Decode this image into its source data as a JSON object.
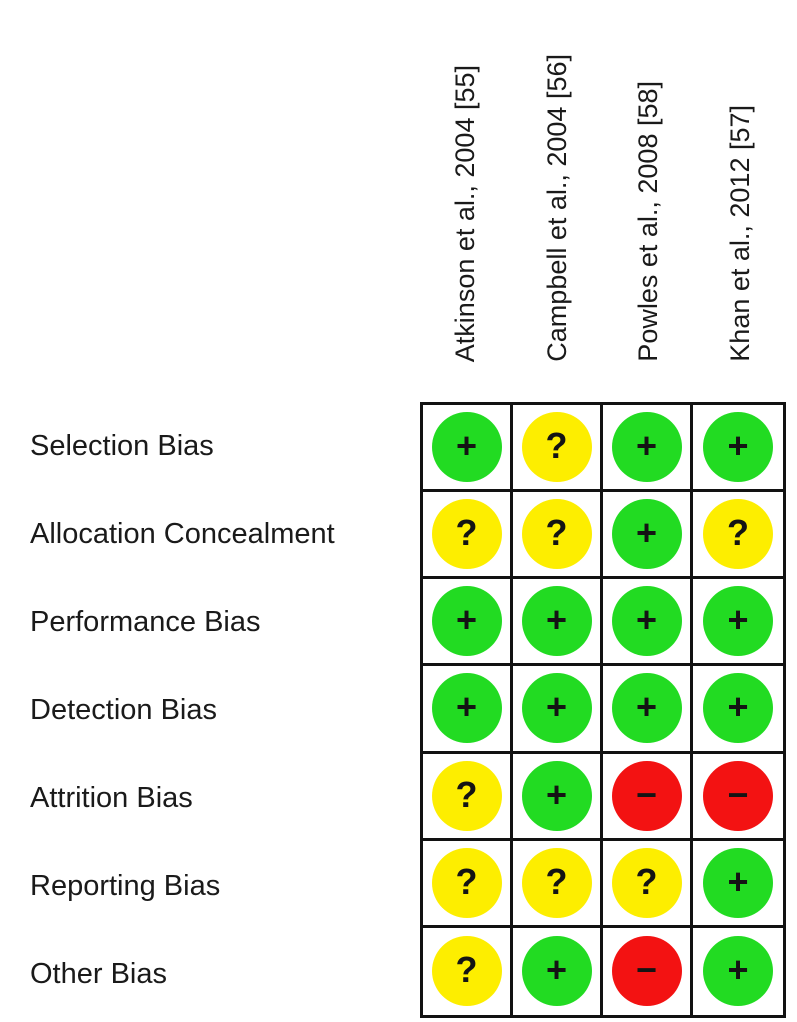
{
  "chart_data": {
    "type": "heatmap",
    "columns": [
      "Atkinson et al., 2004 [55]",
      "Campbell et al., 2004 [56]",
      "Powles et al., 2008 [58]",
      "Khan et al., 2012 [57]"
    ],
    "rows": [
      "Selection Bias",
      "Allocation Concealment",
      "Performance Bias",
      "Detection Bias",
      "Attrition Bias",
      "Reporting Bias",
      "Other Bias"
    ],
    "values": [
      [
        "low",
        "unclear",
        "low",
        "low"
      ],
      [
        "unclear",
        "unclear",
        "low",
        "unclear"
      ],
      [
        "low",
        "low",
        "low",
        "low"
      ],
      [
        "low",
        "low",
        "low",
        "low"
      ],
      [
        "unclear",
        "low",
        "high",
        "high"
      ],
      [
        "unclear",
        "unclear",
        "unclear",
        "low"
      ],
      [
        "unclear",
        "low",
        "high",
        "low"
      ]
    ],
    "symbol_map": {
      "low": "+",
      "unclear": "?",
      "high": "−"
    },
    "color_map": {
      "low": "#22db22",
      "unclear": "#fdee00",
      "high": "#f31212"
    },
    "grid": true,
    "legend_position": "none"
  },
  "columns": [
    {
      "label": "Atkinson et al., 2004 [55]"
    },
    {
      "label": "Campbell et al., 2004 [56]"
    },
    {
      "label": "Powles et al., 2008 [58]"
    },
    {
      "label": "Khan et al., 2012 [57]"
    }
  ],
  "rows": [
    {
      "label": "Selection Bias",
      "cells": [
        {
          "judgment": "low",
          "symbol": "+",
          "class": "circle low"
        },
        {
          "judgment": "unclear",
          "symbol": "?",
          "class": "circle unclear"
        },
        {
          "judgment": "low",
          "symbol": "+",
          "class": "circle low"
        },
        {
          "judgment": "low",
          "symbol": "+",
          "class": "circle low"
        }
      ]
    },
    {
      "label": "Allocation Concealment",
      "cells": [
        {
          "judgment": "unclear",
          "symbol": "?",
          "class": "circle unclear"
        },
        {
          "judgment": "unclear",
          "symbol": "?",
          "class": "circle unclear"
        },
        {
          "judgment": "low",
          "symbol": "+",
          "class": "circle low"
        },
        {
          "judgment": "unclear",
          "symbol": "?",
          "class": "circle unclear"
        }
      ]
    },
    {
      "label": "Performance Bias",
      "cells": [
        {
          "judgment": "low",
          "symbol": "+",
          "class": "circle low"
        },
        {
          "judgment": "low",
          "symbol": "+",
          "class": "circle low"
        },
        {
          "judgment": "low",
          "symbol": "+",
          "class": "circle low"
        },
        {
          "judgment": "low",
          "symbol": "+",
          "class": "circle low"
        }
      ]
    },
    {
      "label": "Detection Bias",
      "cells": [
        {
          "judgment": "low",
          "symbol": "+",
          "class": "circle low"
        },
        {
          "judgment": "low",
          "symbol": "+",
          "class": "circle low"
        },
        {
          "judgment": "low",
          "symbol": "+",
          "class": "circle low"
        },
        {
          "judgment": "low",
          "symbol": "+",
          "class": "circle low"
        }
      ]
    },
    {
      "label": "Attrition Bias",
      "cells": [
        {
          "judgment": "unclear",
          "symbol": "?",
          "class": "circle unclear"
        },
        {
          "judgment": "low",
          "symbol": "+",
          "class": "circle low"
        },
        {
          "judgment": "high",
          "symbol": "−",
          "class": "circle high"
        },
        {
          "judgment": "high",
          "symbol": "−",
          "class": "circle high"
        }
      ]
    },
    {
      "label": "Reporting Bias",
      "cells": [
        {
          "judgment": "unclear",
          "symbol": "?",
          "class": "circle unclear"
        },
        {
          "judgment": "unclear",
          "symbol": "?",
          "class": "circle unclear"
        },
        {
          "judgment": "unclear",
          "symbol": "?",
          "class": "circle unclear"
        },
        {
          "judgment": "low",
          "symbol": "+",
          "class": "circle low"
        }
      ]
    },
    {
      "label": "Other Bias",
      "cells": [
        {
          "judgment": "unclear",
          "symbol": "?",
          "class": "circle unclear"
        },
        {
          "judgment": "low",
          "symbol": "+",
          "class": "circle low"
        },
        {
          "judgment": "high",
          "symbol": "−",
          "class": "circle high"
        },
        {
          "judgment": "low",
          "symbol": "+",
          "class": "circle low"
        }
      ]
    }
  ]
}
